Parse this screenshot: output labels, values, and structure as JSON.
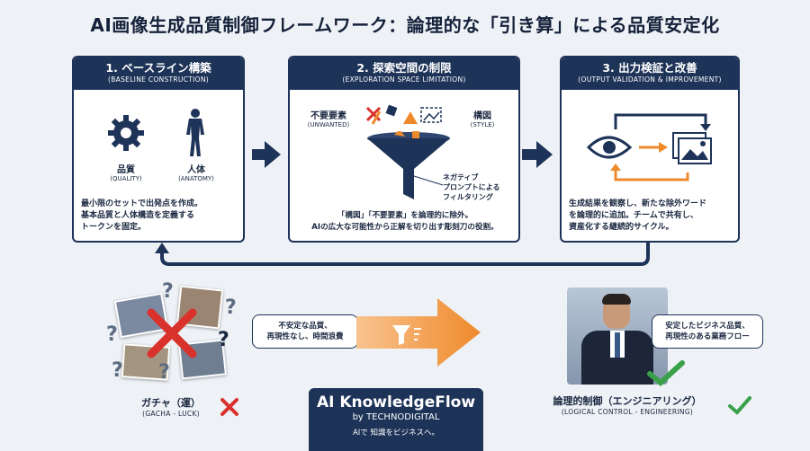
{
  "title": "AI画像生成品質制御フレームワーク：論理的な「引き算」による品質安定化",
  "steps": [
    {
      "title": "1. ベースライン構築",
      "subtitle": "(BASELINE CONSTRUCTION)",
      "items": [
        {
          "label": "品質",
          "sub": "(QUALITY)",
          "icon": "gear-icon"
        },
        {
          "label": "人体",
          "sub": "(ANATOMY)",
          "icon": "anatomy-icon"
        }
      ],
      "text": [
        "最小限のセットで出発点を作成。",
        "基本品質と人体構造を定義する",
        "トークンを固定。"
      ]
    },
    {
      "title": "2. 探索空間の制限",
      "subtitle": "(EXPLORATION SPACE LIMITATION)",
      "left_label": "不要要素",
      "left_sub": "(UNWANTED)",
      "right_label": "構図",
      "right_sub": "(STYLE)",
      "funnel_note": [
        "ネガティブ",
        "プロンプトによる",
        "フィルタリング"
      ],
      "text": [
        "「構図」「不要要素」を論理的に除外。",
        "AIの広大な可能性から正解を切り出す彫刻刀の役割。"
      ]
    },
    {
      "title": "3. 出力検証と改善",
      "subtitle": "(OUTPUT VALIDATION & IMPROVEMENT)",
      "text": [
        "生成結果を観察し、新たな除外ワード",
        "を論理的に追加。チームで共有し、",
        "資産化する継続的サイクル。"
      ]
    }
  ],
  "gacha": {
    "bubble": [
      "不安定な品質、",
      "再現性なし、時間浪費"
    ],
    "label": "ガチャ（運）",
    "sub": "(GACHA - LUCK)"
  },
  "logic": {
    "bubble": [
      "安定したビジネス品質、",
      "再現性のある業務フロー"
    ],
    "label": "論理的制御（エンジニアリング）",
    "sub": "(LOGICAL CONTROL - ENGINEERING)"
  },
  "brand": {
    "name": "AI KnowledgeFlow",
    "by": "by TECHNODIGITAL",
    "tagline": "AIで 知識をビジネスへ。"
  },
  "colors": {
    "navy": "#1e3358",
    "orange": "#ef8a2c",
    "red": "#d9312b",
    "green": "#3aa14a"
  }
}
